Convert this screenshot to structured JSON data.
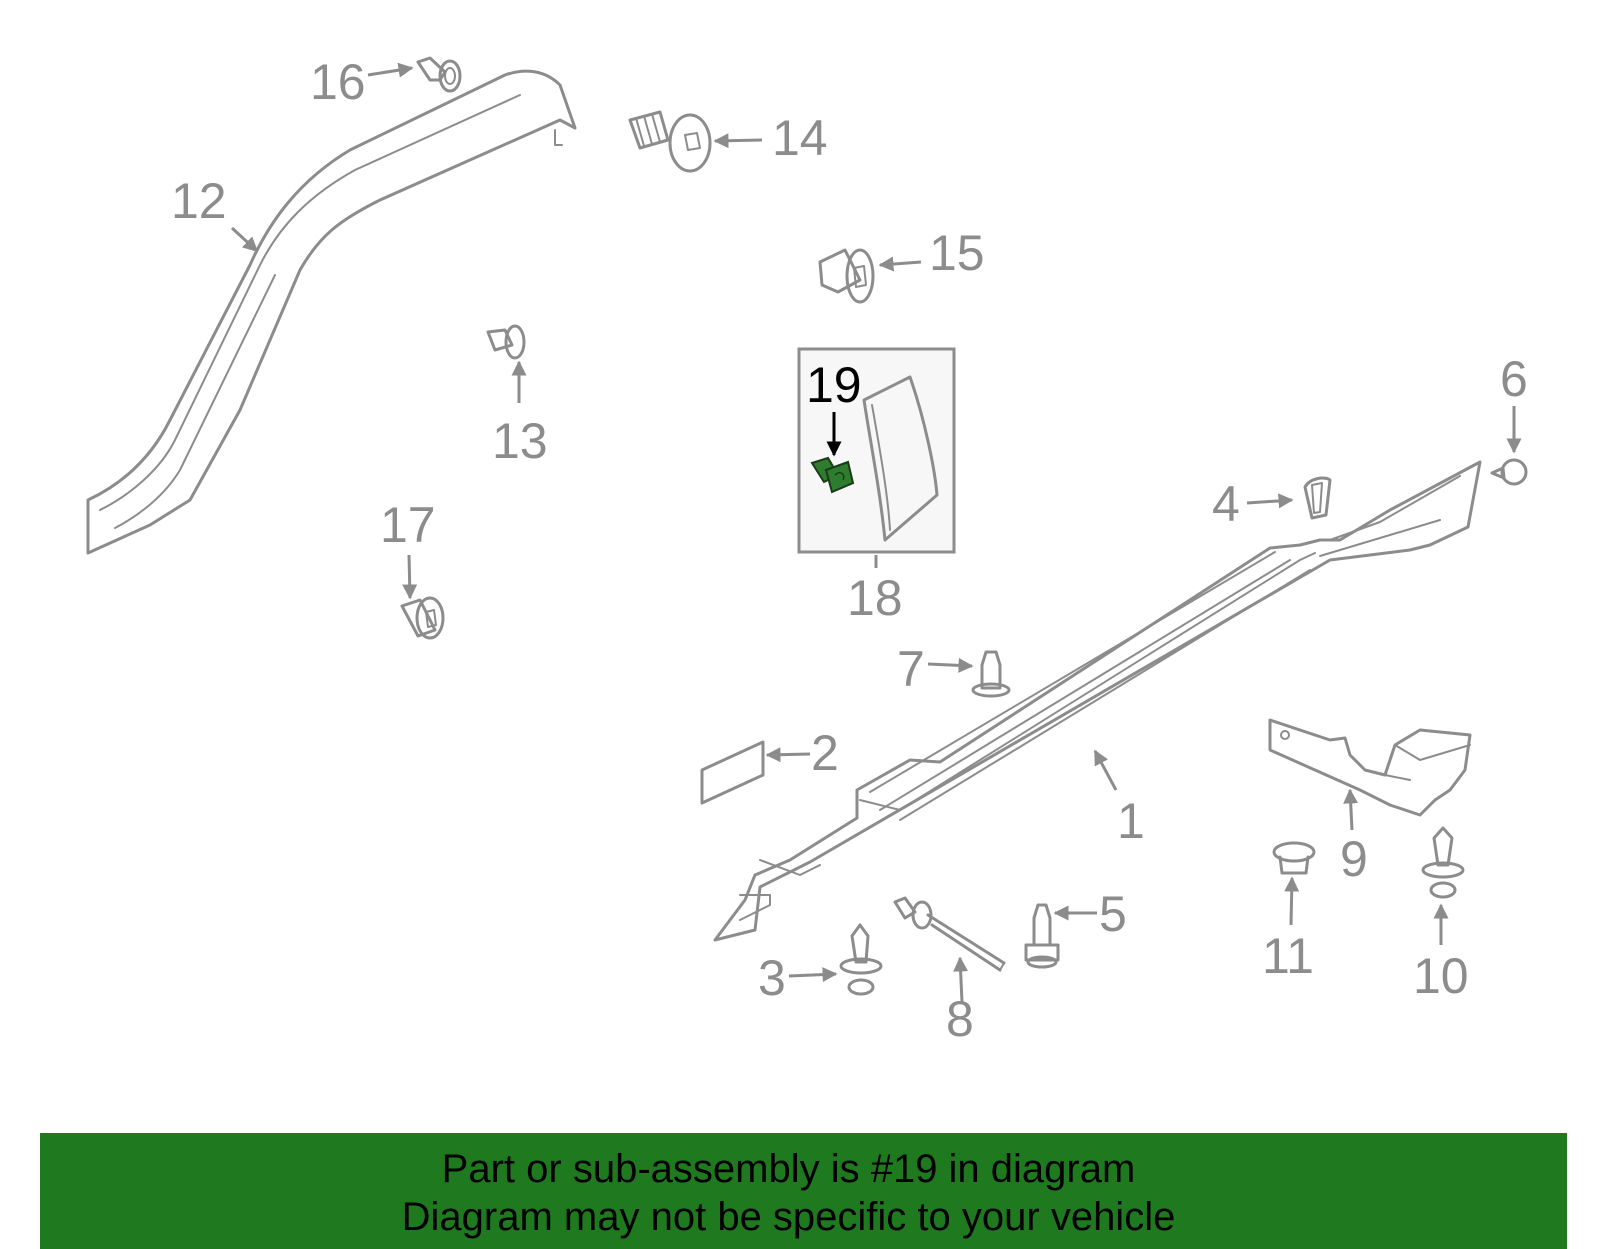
{
  "labels": {
    "l1": "1",
    "l2": "2",
    "l3": "3",
    "l4": "4",
    "l5": "5",
    "l6": "6",
    "l7": "7",
    "l8": "8",
    "l9": "9",
    "l10": "10",
    "l11": "11",
    "l12": "12",
    "l13": "13",
    "l14": "14",
    "l15": "15",
    "l16": "16",
    "l17": "17",
    "l18": "18",
    "l19": "19"
  },
  "highlight_part": "19",
  "colors": {
    "line": "#8c8c8c",
    "highlight": "#2e7d2e",
    "banner": "#1f7a1f"
  },
  "banner": {
    "line1": "Part or sub-assembly is #19 in diagram",
    "line2": "Diagram may not be specific to your vehicle"
  }
}
